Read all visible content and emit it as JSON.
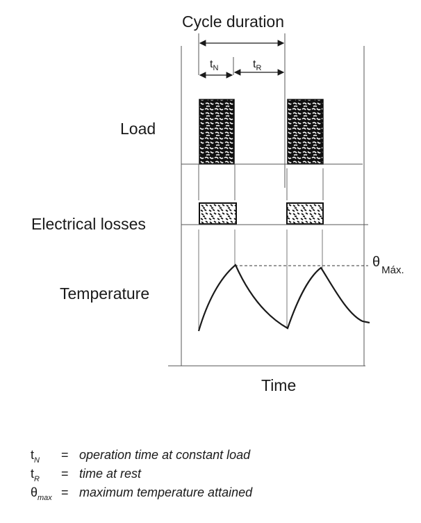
{
  "diagram": {
    "title": "Cycle duration",
    "rows": {
      "load": "Load",
      "losses": "Electrical losses",
      "temperature": "Temperature"
    },
    "x_axis": "Time",
    "intervals": {
      "tn": {
        "base": "t",
        "sub": "N"
      },
      "tr": {
        "base": "t",
        "sub": "R"
      }
    },
    "theta_max": {
      "symbol": "θ",
      "sub": "Máx."
    }
  },
  "legend": [
    {
      "symbol": "t",
      "sub": "N",
      "eq": "=",
      "text": "operation time at constant load"
    },
    {
      "symbol": "t",
      "sub": "R",
      "eq": "=",
      "text": "time at rest"
    },
    {
      "symbol": "θ",
      "sub": "max",
      "eq": "=",
      "text": "maximum temperature attained"
    }
  ],
  "colors": {
    "ink": "#1a1a1a",
    "line": "#555555"
  }
}
